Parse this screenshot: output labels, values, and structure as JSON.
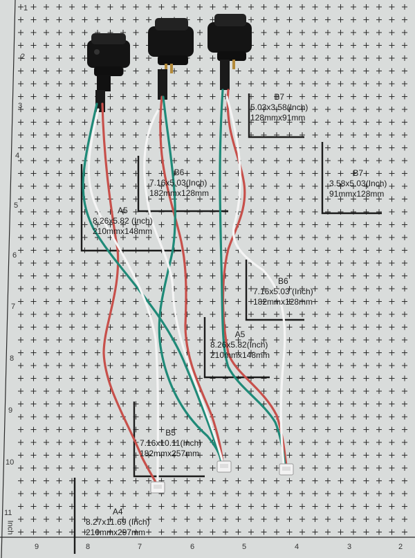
{
  "photo": {
    "subject": "Three waterproof panel-mount connectors with red, green and white wires on a cutting mat",
    "colors": {
      "mat": "#d9dcdb",
      "grid": "#2a2a2a",
      "wire_red": "#c7504b",
      "wire_green": "#1f8a78",
      "wire_white": "#f4f4f4",
      "connector": "#161616"
    }
  },
  "mat_labels": [
    {
      "title": "B7",
      "line1": "5.03x3.58(Inch)",
      "line2": "128mmx91mm"
    },
    {
      "title": "B7",
      "line1": "3.58x5.03(Inch)",
      "line2": "91mmx128mm"
    },
    {
      "title": "B6",
      "line1": "7.16x5.03(Inch)",
      "line2": "182mmx128mm"
    },
    {
      "title": "A5",
      "line1": "8.26x5.82 (Inch)",
      "line2": "210mmx148mm"
    },
    {
      "title": "B6",
      "line1": "7.16x5.03 (Inch)",
      "line2": "182mmx128mm"
    },
    {
      "title": "A5",
      "line1": "8.26x5.82(Inch)",
      "line2": "210mmx148mm"
    },
    {
      "title": "B5",
      "line1": "7.16x10.11(Inch)",
      "line2": "182mmx257mm"
    },
    {
      "title": "A4",
      "line1": "8.27x11.69 (Inch)",
      "line2": "210mmx297mm"
    }
  ],
  "ruler_left": [
    "1",
    "2",
    "3",
    "4",
    "5",
    "6",
    "7",
    "8",
    "9",
    "10",
    "11"
  ],
  "ruler_bottom": [
    "9",
    "8",
    "7",
    "6",
    "5",
    "4",
    "3",
    "2"
  ],
  "ruler_unit": "Inch"
}
